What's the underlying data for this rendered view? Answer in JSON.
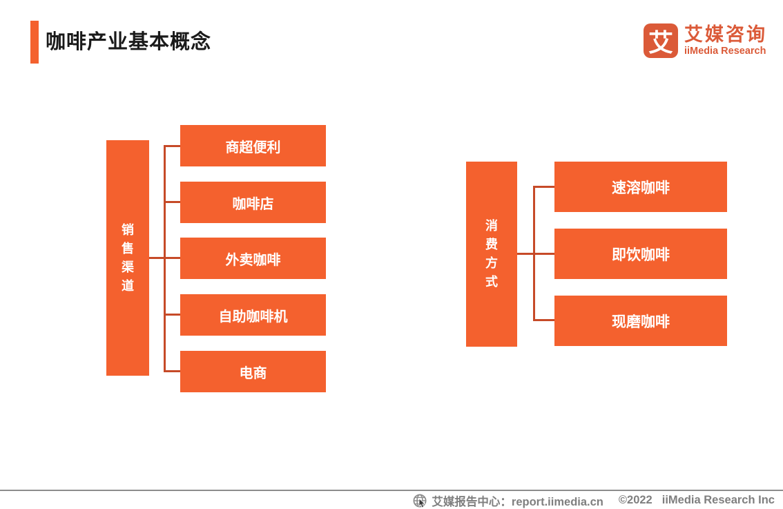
{
  "page": {
    "title": "咖啡产业基本概念"
  },
  "logo": {
    "glyph": "艾",
    "name_cn": "艾媒咨询",
    "name_en": "iiMedia Research"
  },
  "diagrams": [
    {
      "label": "销售渠道",
      "items": [
        "商超便利",
        "咖啡店",
        "外卖咖啡",
        "自助咖啡机",
        "电商"
      ]
    },
    {
      "label": "消费方式",
      "items": [
        "速溶咖啡",
        "即饮咖啡",
        "现磨咖啡"
      ]
    }
  ],
  "footer": {
    "source": "艾媒报告中心：report.iimedia.cn",
    "copyright": "©2022",
    "company": "iiMedia Research  Inc"
  },
  "colors": {
    "accent": "#f4612e",
    "connector": "#c64a28",
    "logo": "#db5a38",
    "footer_text": "#7f7f7f",
    "title_text": "#1a1a1a"
  }
}
